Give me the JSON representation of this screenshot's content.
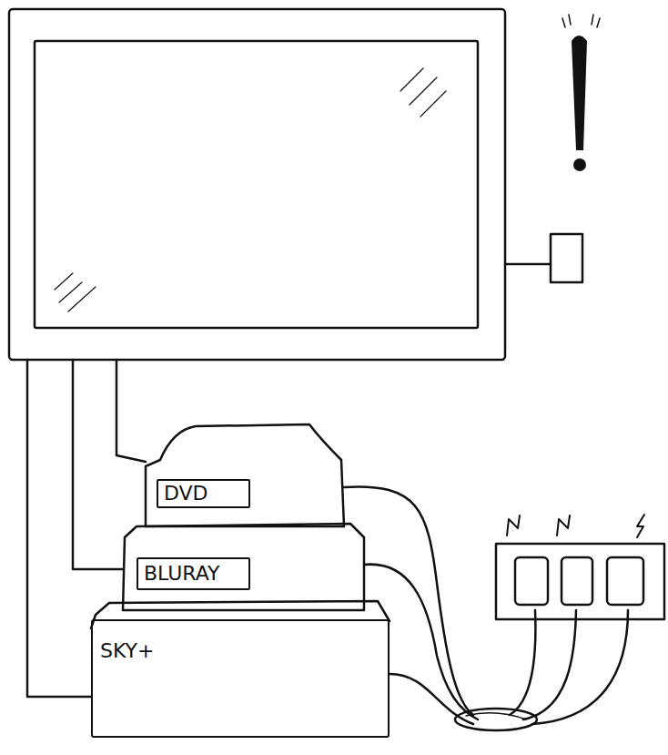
{
  "diagram": {
    "nodes": [
      {
        "text": [
          "DVD"
        ]
      },
      {
        "text": [
          "BLURAY"
        ]
      },
      {
        "text": [
          "SKY+"
        ]
      }
    ]
  }
}
